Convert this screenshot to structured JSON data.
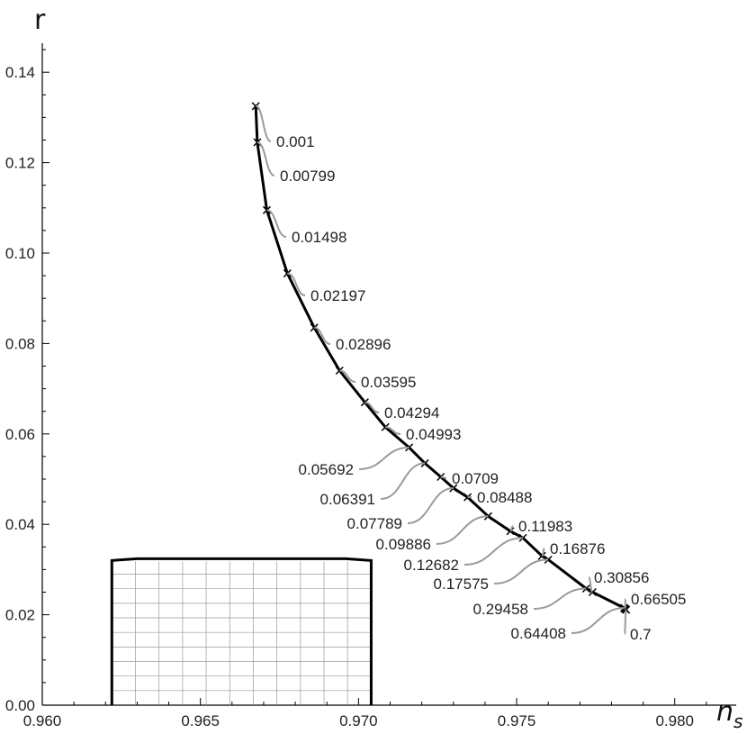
{
  "chart_data": {
    "type": "line",
    "title": "",
    "xlabel": "n",
    "xlabel_sub": "s",
    "ylabel": "r",
    "xlim": [
      0.96,
      0.982
    ],
    "ylim": [
      0.0,
      0.15
    ],
    "xticks": [
      "0.960",
      "0.965",
      "0.970",
      "0.975",
      "0.980"
    ],
    "yticks": [
      "0.00",
      "0.02",
      "0.04",
      "0.06",
      "0.08",
      "0.10",
      "0.12",
      "0.14"
    ],
    "grid": false,
    "series": [
      {
        "name": "",
        "points": [
          {
            "label": "0.001",
            "x": 0.96675,
            "y": 0.1325
          },
          {
            "label": "0.00799",
            "x": 0.9668,
            "y": 0.1245
          },
          {
            "label": "0.01498",
            "x": 0.9671,
            "y": 0.1095
          },
          {
            "label": "0.02197",
            "x": 0.96775,
            "y": 0.0955
          },
          {
            "label": "0.02896",
            "x": 0.9686,
            "y": 0.0835
          },
          {
            "label": "0.03595",
            "x": 0.9694,
            "y": 0.074
          },
          {
            "label": "0.04294",
            "x": 0.9702,
            "y": 0.067
          },
          {
            "label": "0.04993",
            "x": 0.97085,
            "y": 0.0615
          },
          {
            "label": "0.05692",
            "x": 0.9716,
            "y": 0.057
          },
          {
            "label": "0.06391",
            "x": 0.9721,
            "y": 0.0535
          },
          {
            "label": "0.0709",
            "x": 0.9726,
            "y": 0.0505
          },
          {
            "label": "0.07789",
            "x": 0.973,
            "y": 0.048
          },
          {
            "label": "0.08488",
            "x": 0.97345,
            "y": 0.046
          },
          {
            "label": "0.09886",
            "x": 0.9741,
            "y": 0.0418
          },
          {
            "label": "0.11983",
            "x": 0.9748,
            "y": 0.0385
          },
          {
            "label": "0.12682",
            "x": 0.9752,
            "y": 0.037
          },
          {
            "label": "0.16876",
            "x": 0.9758,
            "y": 0.033
          },
          {
            "label": "0.17575",
            "x": 0.976,
            "y": 0.0322
          },
          {
            "label": "0.29458",
            "x": 0.9772,
            "y": 0.0258
          },
          {
            "label": "0.30856",
            "x": 0.9774,
            "y": 0.025
          },
          {
            "label": "0.64408",
            "x": 0.9784,
            "y": 0.0215
          },
          {
            "label": "0.66505",
            "x": 0.97843,
            "y": 0.0213
          },
          {
            "label": "0.7",
            "x": 0.97846,
            "y": 0.0211
          }
        ]
      }
    ],
    "region": {
      "x_range": [
        0.9622,
        0.9704
      ],
      "y_range": [
        0.0,
        0.0322
      ],
      "fill": "grid"
    }
  },
  "colors": {
    "curve": "#000000",
    "leader": "#9a9a9a",
    "axis": "#000000",
    "grid": "#9a9a9a"
  }
}
